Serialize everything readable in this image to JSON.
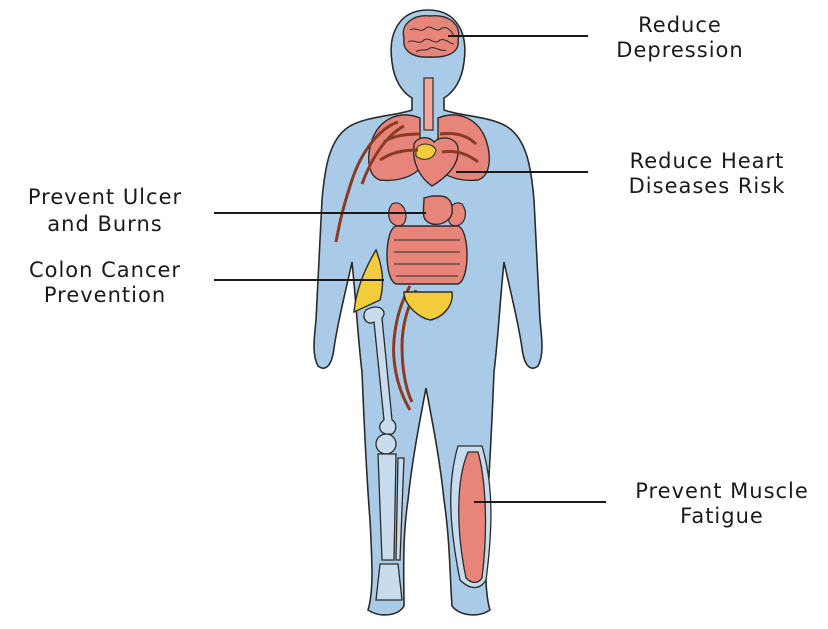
{
  "colors": {
    "body_fill": "#a9cbe8",
    "outline": "#2b2b2b",
    "organ_pink": "#e8857a",
    "organ_light_pink": "#f2a79c",
    "vessel_brown": "#8a3b24",
    "yellow": "#f3cd3c",
    "bone_fill": "#c9dcee",
    "leader_line": "#1a1a1a",
    "text": "#1a1a1a"
  },
  "labels": {
    "depression": {
      "line1": "Reduce",
      "line2": "Depression"
    },
    "heart": {
      "line1": "Reduce Heart",
      "line2": "Diseases Risk"
    },
    "ulcer": {
      "line1": "Prevent Ulcer",
      "line2": "and Burns"
    },
    "colon": {
      "line1": "Colon Cancer",
      "line2": "Prevention"
    },
    "muscle": {
      "line1": "Prevent Muscle",
      "line2": "Fatigue"
    }
  }
}
